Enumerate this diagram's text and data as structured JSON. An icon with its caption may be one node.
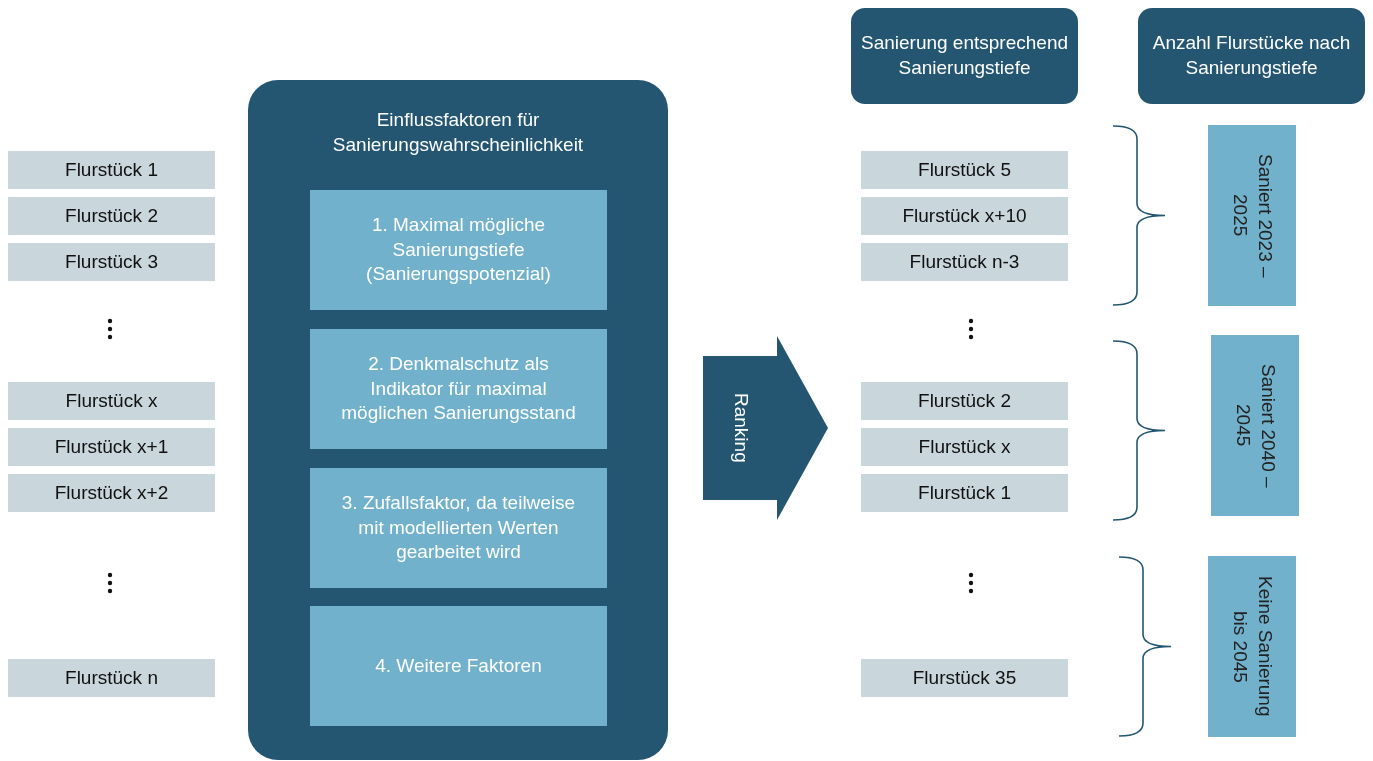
{
  "diagram": {
    "nodes": [
      {
        "text": [
          "Flurstück 1"
        ]
      },
      {
        "text": [
          "Flurstück 2"
        ]
      },
      {
        "text": [
          "Flurstück 3"
        ]
      },
      {
        "text": [
          "Flurstück x"
        ]
      },
      {
        "text": [
          "Flurstück x+1"
        ]
      },
      {
        "text": [
          "Flurstück x+2"
        ]
      },
      {
        "text": [
          "Flurstück n"
        ]
      },
      {
        "text": [
          "Einflussfaktoren für Sanierungswahrscheinlichkeit"
        ]
      },
      {
        "text": [
          "1. Maximal mögliche Sanierungstiefe (Sanierungspotenzial)"
        ],
        "in": 7
      },
      {
        "text": [
          "2. Denkmalschutz als Indikator für maximal möglichen Sanierungsstand"
        ],
        "in": 7
      },
      {
        "text": [
          "3. Zufallsfaktor, da teilweise mit modellierten Werten gearbeitet wird"
        ],
        "in": 7
      },
      {
        "text": [
          "4. Weitere Faktoren"
        ],
        "in": 7
      },
      {
        "text": [
          "Ranking"
        ]
      },
      {
        "text": [
          "Sanierung entsprechend Sanierungstiefe"
        ]
      },
      {
        "text": [
          "Anzahl Flurstücke nach Sanierungstiefe"
        ]
      },
      {
        "text": [
          "Flurstück 5"
        ]
      },
      {
        "text": [
          "Flurstück x+10"
        ]
      },
      {
        "text": [
          "Flurstück n-3"
        ]
      },
      {
        "text": [
          "Flurstück 2"
        ]
      },
      {
        "text": [
          "Flurstück x"
        ]
      },
      {
        "text": [
          "Flurstück 1"
        ]
      },
      {
        "text": [
          "Flurstück 35"
        ]
      },
      {
        "text": [
          "Saniert 2023 – 2025"
        ]
      },
      {
        "text": [
          "Saniert 2040 – 2045"
        ]
      },
      {
        "text": [
          "Keine Sanierung bis 2045"
        ]
      }
    ]
  }
}
